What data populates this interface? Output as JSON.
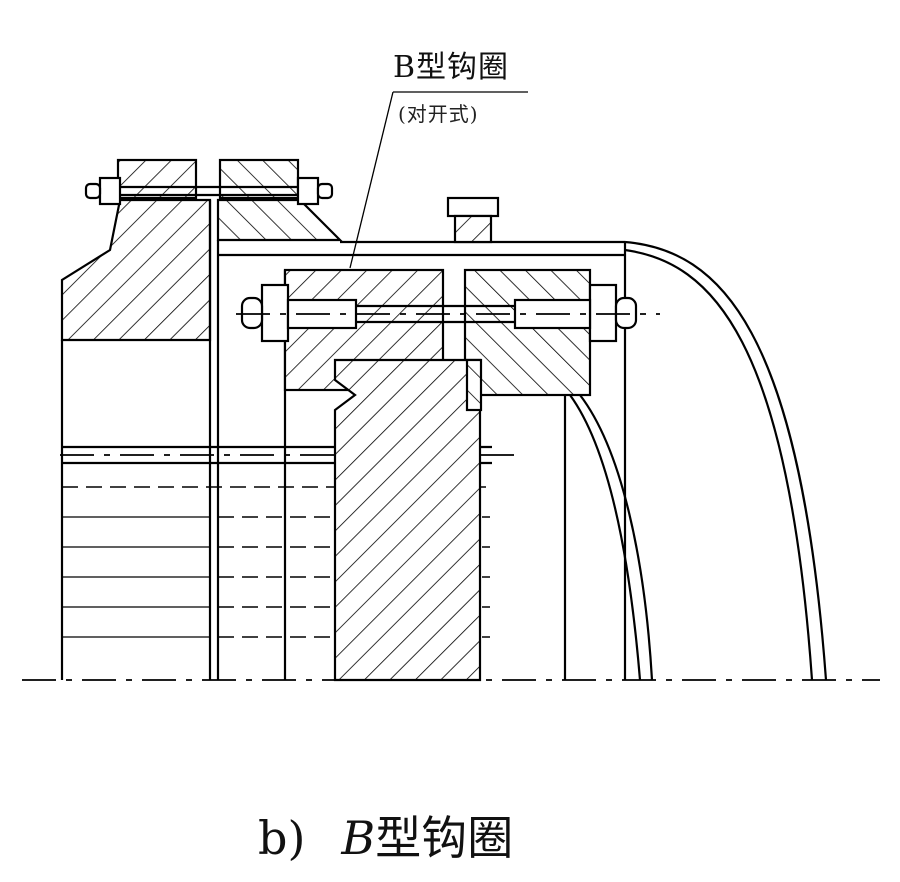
{
  "callout": {
    "title": "B型钩圈",
    "subtitle": "(对开式)"
  },
  "caption": {
    "label": "b)",
    "letter": "B",
    "text": "型钩圈"
  }
}
